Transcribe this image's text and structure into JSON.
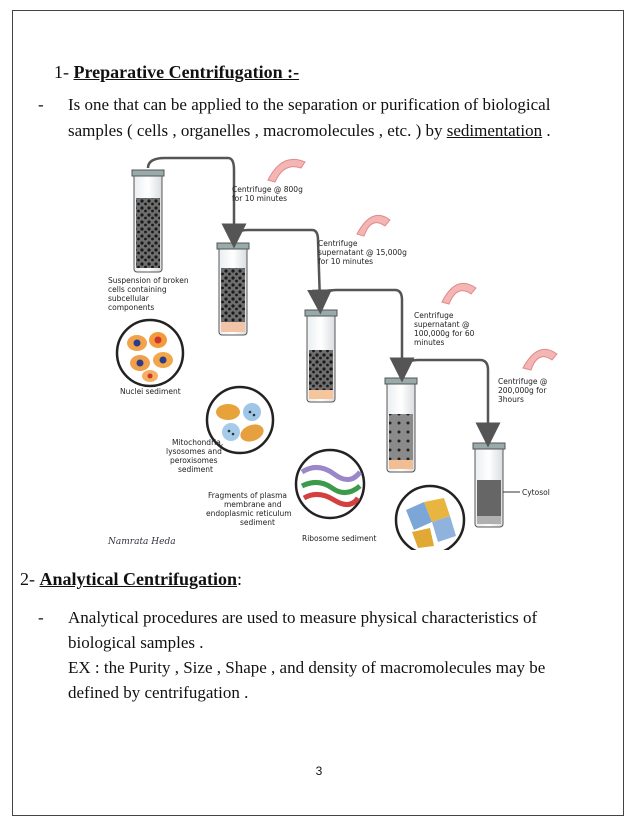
{
  "section1": {
    "number": "1- ",
    "title": "Preparative Centrifugation :-",
    "bullet": "-",
    "line1": "Is one that can be applied to the separation or purification of biological",
    "line2_pre": "samples ( cells , organelles , macromolecules , etc. ) by ",
    "line2_link": "sedimentation",
    "line2_post": " ."
  },
  "diagram": {
    "step1": [
      "Centrifuge @ 800g",
      "for 10 minutes"
    ],
    "step2": [
      "Centrifuge",
      "supernatant @ 15,000g",
      "for 10 minutes"
    ],
    "step3": [
      "Centrifuge",
      "supernatant @",
      "100,000g for 60",
      "minutes"
    ],
    "step4": [
      "Centrifuge @",
      "200,000g for",
      "3hours"
    ],
    "suspension": [
      "Suspension of broken",
      "cells containing",
      "subcellular",
      "components"
    ],
    "nuclei": "Nuclei sediment",
    "mito": [
      "Mitochondria,",
      "lysosomes and",
      "peroxisomes",
      "sediment"
    ],
    "fragments": [
      "Fragments of plasma",
      "membrane and",
      "endoplasmic reticulum",
      "sediment"
    ],
    "ribosome": "Ribosome sediment",
    "cytosol": "Cytosol",
    "author": "Namrata Heda"
  },
  "section2": {
    "number": "2- ",
    "title": "Analytical Centrifugation",
    "colon": ":",
    "bullet": "-",
    "line1": "Analytical procedures are used to measure physical characteristics of",
    "line2": "biological samples .",
    "line3": "EX : the Purity , Size , Shape , and density of macromolecules may be",
    "line4": "defined by centrifugation ."
  },
  "page_number": "3"
}
